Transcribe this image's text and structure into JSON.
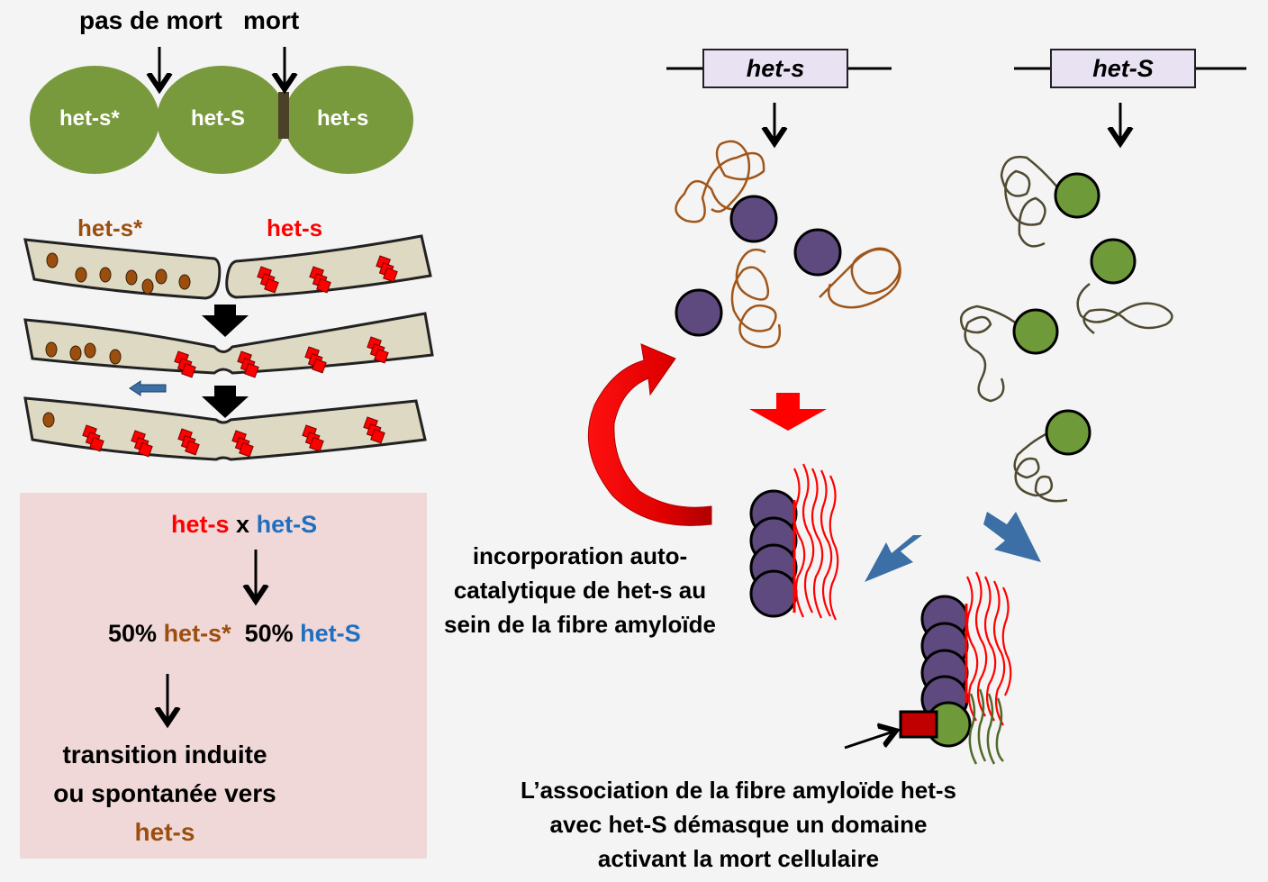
{
  "top_cells": {
    "label_no_death": "pas de mort",
    "label_death": "mort",
    "cell1": "het-s*",
    "cell2": "het-S",
    "cell3": "het-s"
  },
  "hyphae": {
    "left_label": "het-s*",
    "right_label": "het-s"
  },
  "cross_box": {
    "parent1": "het-s",
    "x": "x",
    "parent2": "het-S",
    "pct1": "50%",
    "prog1": "het-s*",
    "pct2": "50%",
    "prog2": "het-S",
    "transition_line1": "transition induite",
    "transition_line2": "ou spontanée vers",
    "transition_target": "het-s"
  },
  "genes": {
    "gene1": "het-s",
    "gene2": "het-S"
  },
  "captions": {
    "incorporation_line1": "incorporation auto-",
    "incorporation_line2": "catalytique de het-s au",
    "incorporation_line3": "sein de la fibre amyloïde",
    "association_line1": "L’association de la fibre amyloïde het-s",
    "association_line2": "avec het-S démasque un domaine",
    "association_line3": "activant la mort cellulaire"
  },
  "colors": {
    "cell_green": "#789a3c",
    "septum": "#4a4128",
    "hypha_fill": "#ddd9c3",
    "granule_brown": "#9b4f0f",
    "prion_red": "#ff0000",
    "purple_domain": "#5e4a7e",
    "green_domain": "#6f9a3a",
    "blue_arrow": "#3b6fa5",
    "pink_box": "#f0d8d8"
  }
}
